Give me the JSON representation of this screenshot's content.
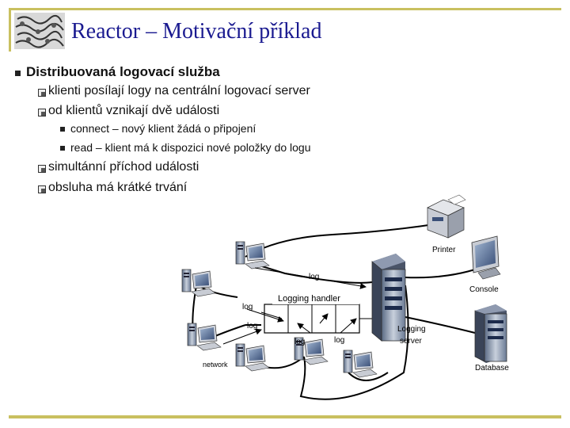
{
  "slide": {
    "title": "Reactor – Motivační příklad",
    "bullets": {
      "main": "Distribuovaná logovací služba",
      "sub1": "klienti posílají logy na centrální logovací server",
      "sub2": "od klientů vznikají dvě události",
      "sub2_1": "connect – nový klient žádá o připojení",
      "sub2_2": "read – klient má k dispozici nové položky do logu",
      "sub3": "simultánní příchod události",
      "sub4": "obsluha má krátké trvání"
    }
  },
  "diagram": {
    "logging_handler": "Logging handler",
    "log": "log",
    "network": "network",
    "printer": "Printer",
    "console": "Console",
    "logging_server_line1": "Logging",
    "logging_server_line2": "server",
    "database": "Database"
  }
}
